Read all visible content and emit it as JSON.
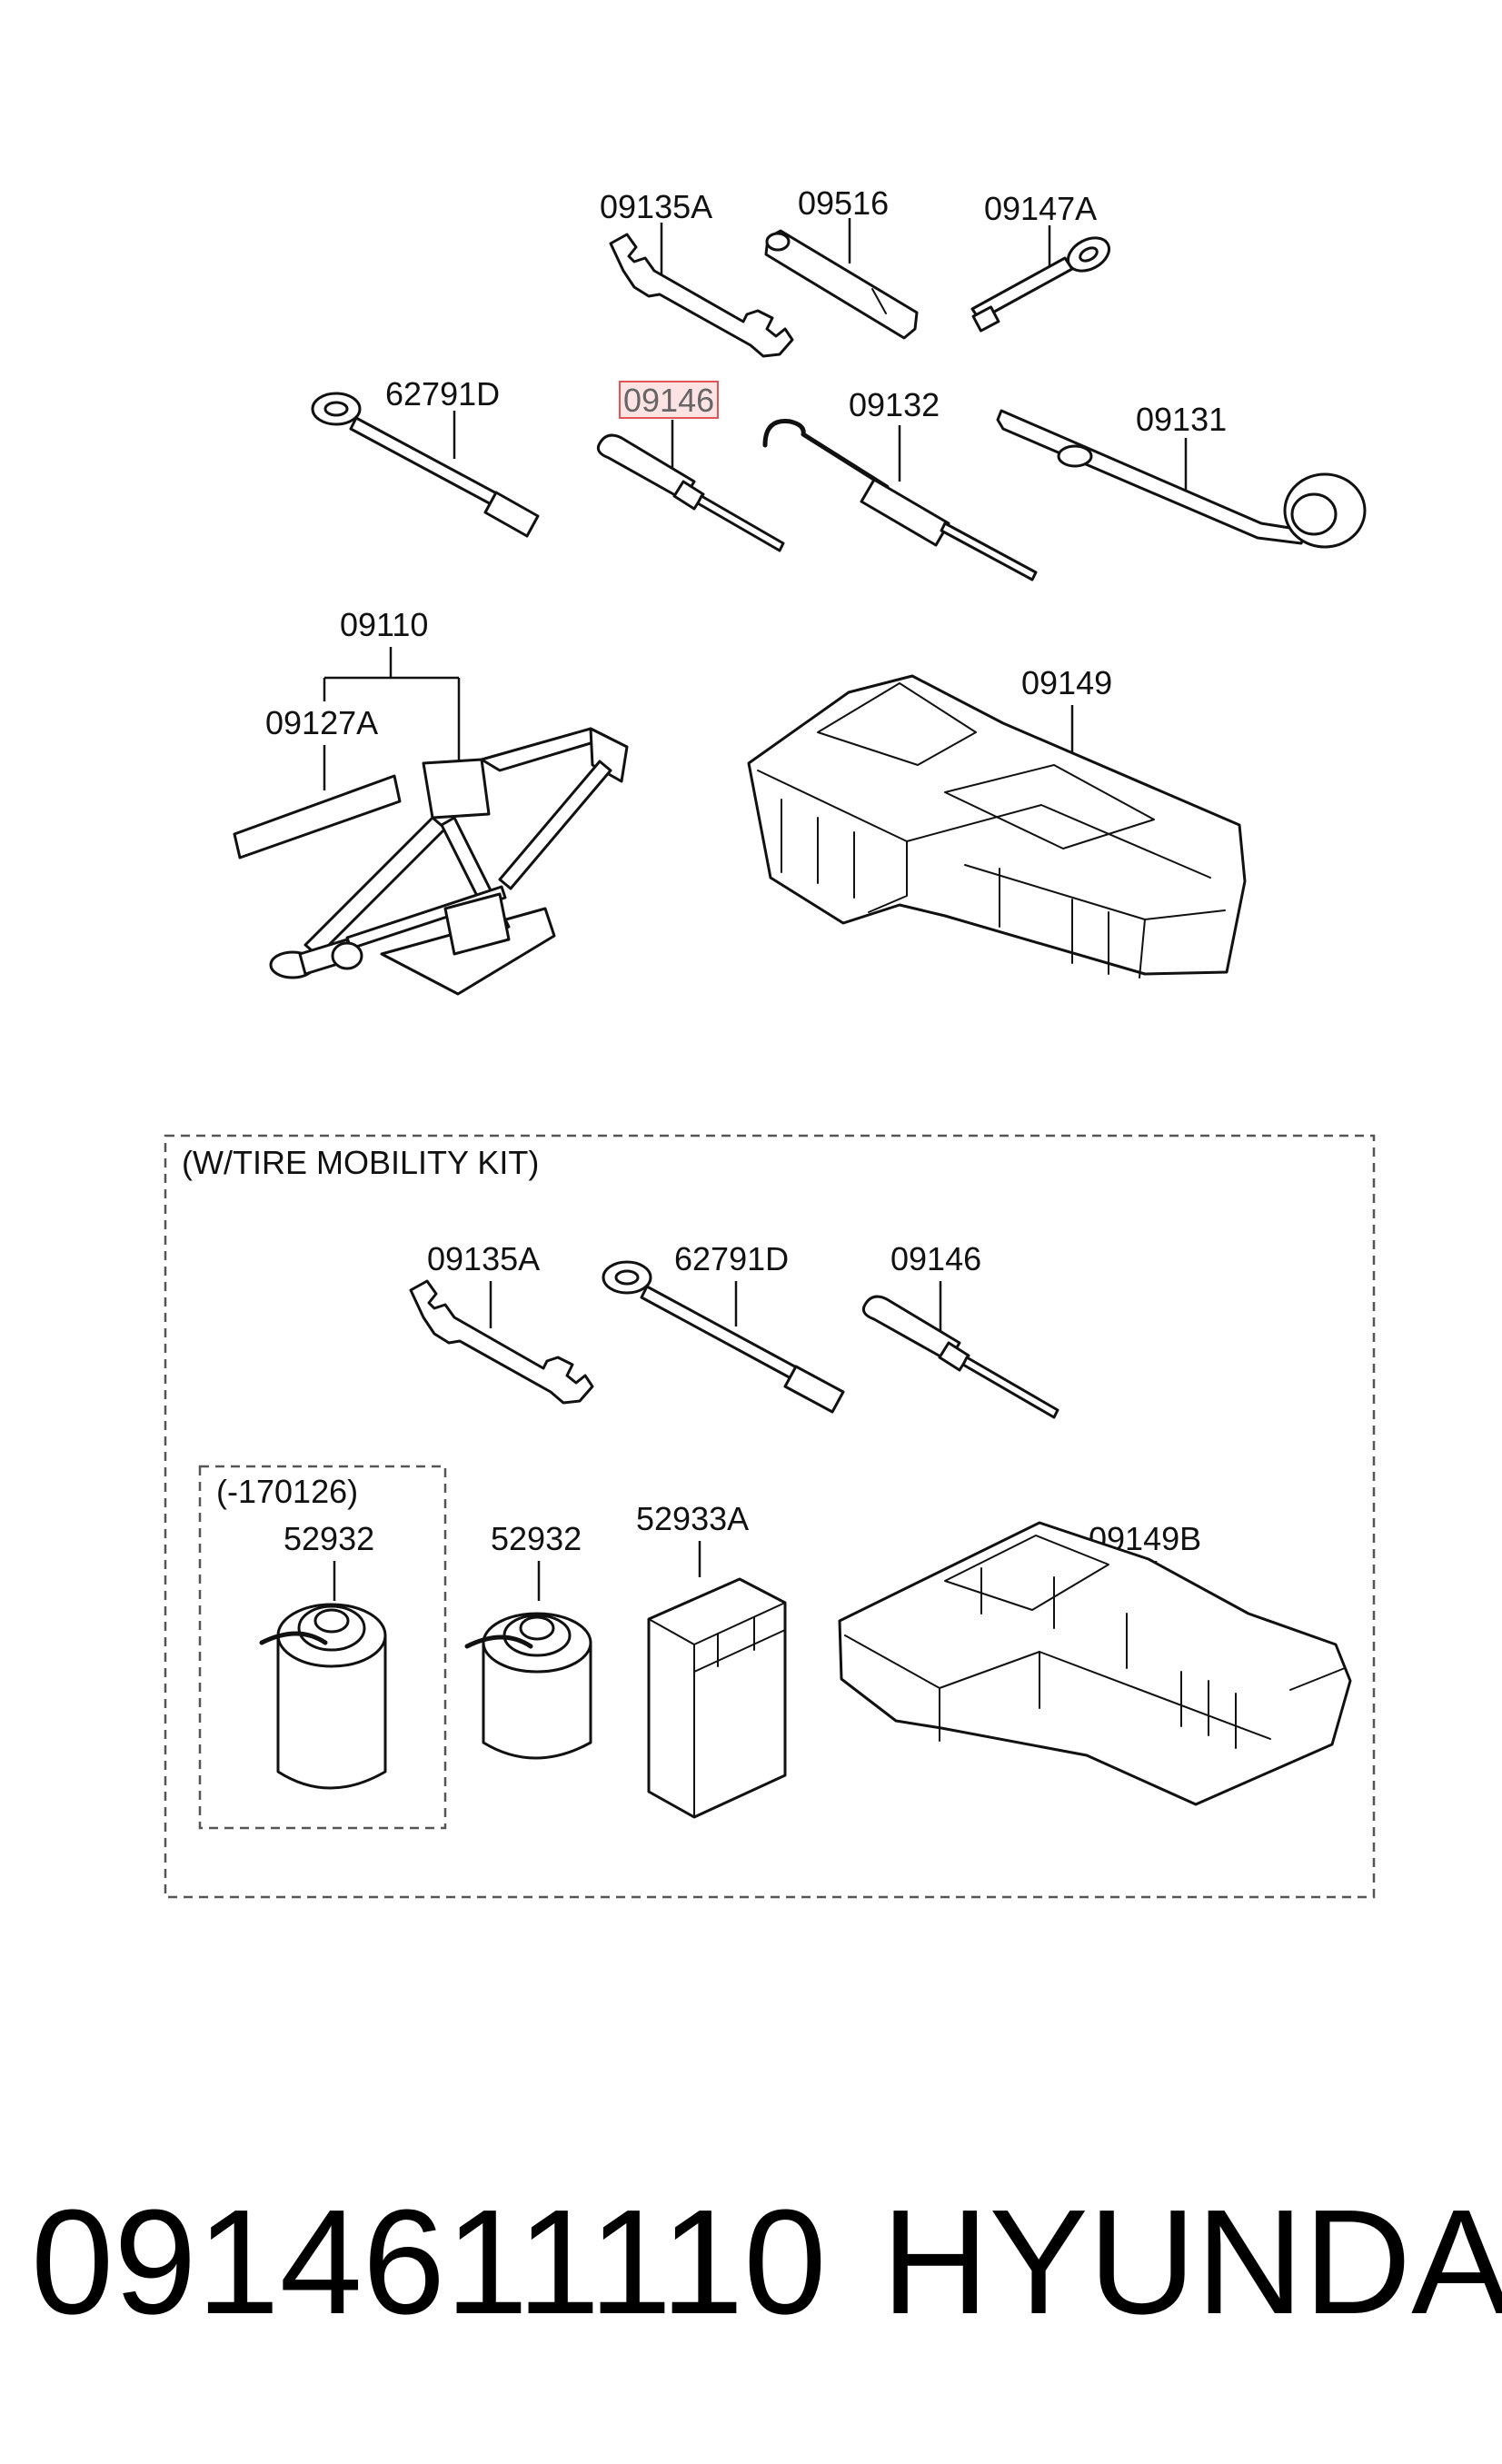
{
  "labels": {
    "p09135a_top": "09135A",
    "p09516": "09516",
    "p09147a": "09147A",
    "p62791d_top": "62791D",
    "p09146_top": "09146",
    "p09132": "09132",
    "p09131": "09131",
    "p09110": "09110",
    "p09127a": "09127A",
    "p09149": "09149",
    "kit_title": "(W/TIRE MOBILITY KIT)",
    "p09135a_kit": "09135A",
    "p62791d_kit": "62791D",
    "p09146_kit": "09146",
    "sub_range": "(-170126)",
    "p52932_a": "52932",
    "p52932_b": "52932",
    "p52933a": "52933A",
    "p09149b": "09149B"
  },
  "highlight": {
    "color": "#e05555",
    "fill": "#fde3e3"
  },
  "footer": {
    "part_number": "0914611110",
    "brand": "HYUNDAI"
  }
}
